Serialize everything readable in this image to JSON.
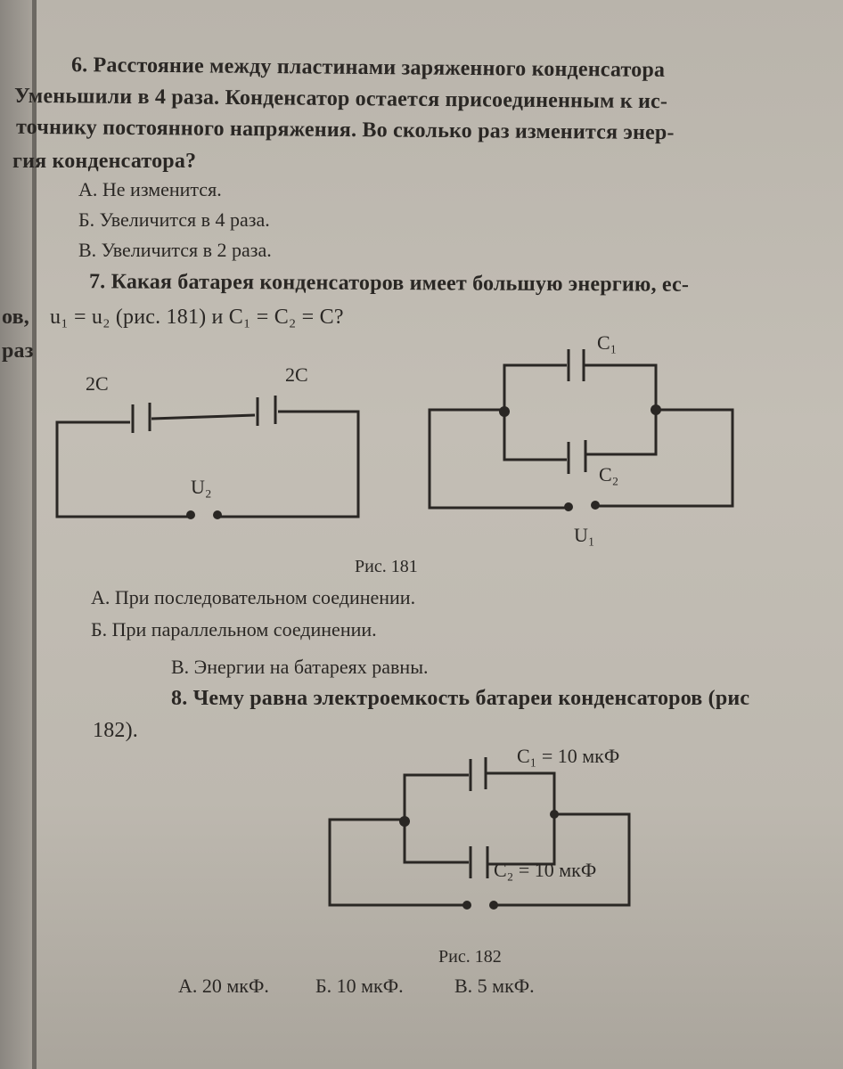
{
  "left_margin": {
    "line1": "ов,",
    "line2": "раз"
  },
  "q6": {
    "lines": [
      "6. Расстояние между пластинами заряженного конденсатора",
      "Уменьшили в 4 раза. Конденсатор остается присоединенным к ис-",
      "точнику постоянного напряжения. Во сколько раз изменится энер-",
      "гия конденсатора?"
    ],
    "options": [
      "А. Не изменится.",
      "Б. Увеличится в 4 раза.",
      "В. Увеличится в 2 раза."
    ]
  },
  "q7": {
    "lines": [
      "7. Какая батарея конденсаторов имеет большую энергию, ес-",
      "u₁ = u₂ (рис. 181) и C₁ = C₂ = C?"
    ],
    "options": [
      "А. При последовательном соединении.",
      "Б. При параллельном соединении.",
      "В. Энергии на батареях равны."
    ]
  },
  "fig181": {
    "series_labels": [
      "2C",
      "2C",
      "U₂"
    ],
    "parallel_labels": [
      "C₁",
      "C₂",
      "U₁"
    ],
    "caption": "Рис. 181"
  },
  "q8": {
    "lines": [
      "8. Чему равна электроемкость батареи конденсаторов (рис",
      "182)."
    ],
    "options": [
      "А. 20 мкФ.",
      "Б. 10 мкФ.",
      "В. 5 мкФ."
    ]
  },
  "fig182": {
    "labels": [
      "C₁ = 10 мкФ",
      "C₂ = 10 мкФ"
    ],
    "caption": "Рис. 182"
  }
}
